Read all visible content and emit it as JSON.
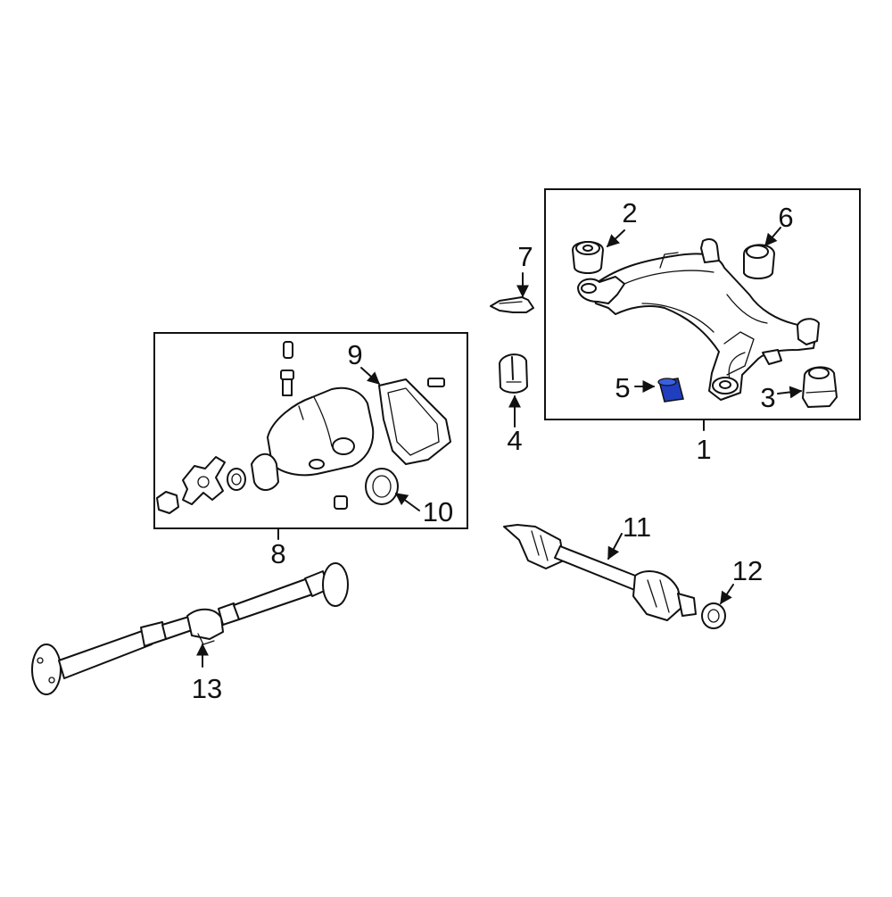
{
  "diagram": {
    "callouts": [
      {
        "id": "c1",
        "number": "1"
      },
      {
        "id": "c2",
        "number": "2"
      },
      {
        "id": "c3",
        "number": "3"
      },
      {
        "id": "c4",
        "number": "4"
      },
      {
        "id": "c5",
        "number": "5"
      },
      {
        "id": "c6",
        "number": "6"
      },
      {
        "id": "c7",
        "number": "7"
      },
      {
        "id": "c8",
        "number": "8"
      },
      {
        "id": "c9",
        "number": "9"
      },
      {
        "id": "c10",
        "number": "10"
      },
      {
        "id": "c11",
        "number": "11"
      },
      {
        "id": "c12",
        "number": "12"
      },
      {
        "id": "c13",
        "number": "13"
      }
    ],
    "highlight_color": "#1f3fbf",
    "line_color": "#111111"
  }
}
